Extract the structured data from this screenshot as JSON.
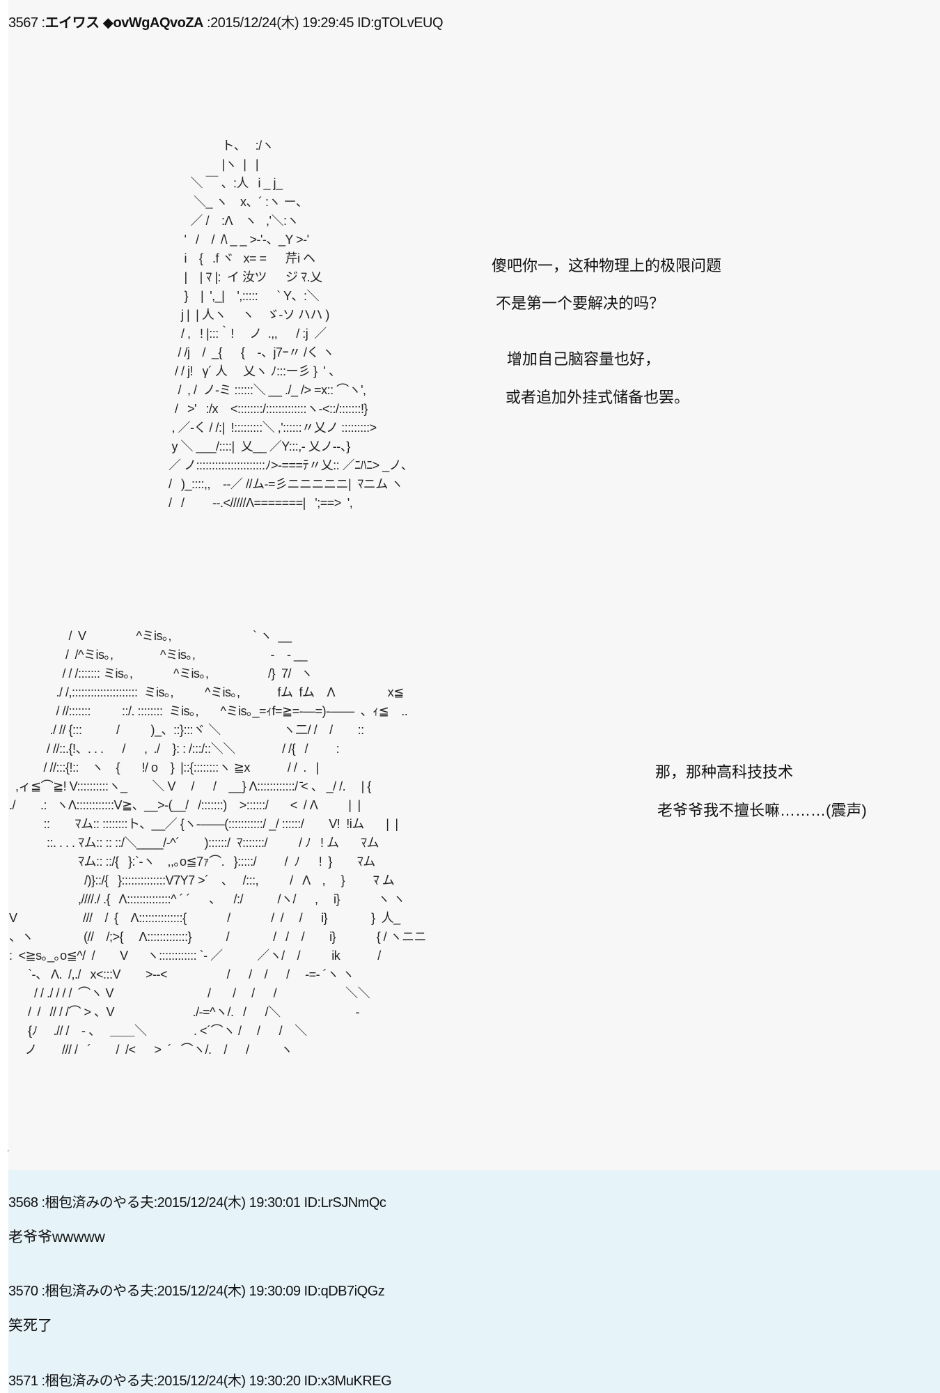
{
  "colors": {
    "top_bg": "#f7f7f7",
    "reply_bg": "#e6f4fa"
  },
  "post_main": {
    "number": "3567",
    "sep": " :",
    "name": "エイワス ◆ovWgAQvoZA",
    "date": " :2015/12/24(木) 19:29:45 ID:gTOLvEUQ",
    "aa1": [
      "                 ト、   :/ヽ",
      "                 |ヽ  |   |",
      "       ＼ ￣ 、:人   i _ j_",
      "        ＼_ ヽ    x、´ :ヽ ー、",
      "       ／ /    :Λ    ヽ   ,'＼:ヽ",
      "     '   /    /  /\\ _ _ >‐'‐、_Y >‐'",
      "     i    {   .f ヾ   x= =      芹i ヘ",
      "     |    | ﾏ |:  イ 汝ツ      ジ ﾏ.乂",
      "     }    |  ',_|    ',:::::      ` Y、:＼",
      "    j |  | 人ヽ     ヽ    ゞ-ソ ハハ )",
      "    / ,   ! |:::｀!     ノ  .,,      / :j  ／",
      "   / /j    /  _{      {    ‐、j7ｰ〃 /く ヽ",
      "  / / j!   γ´ 人     乂ヽ ﾉ:::ー彡 }  ' 、",
      "   /  , /  ノ‐ミ ::::::＼ __ ./_ /> =x:: ⌒ヽ',",
      "  /   >'   :/x    <::::::::/:::::::::::::ヽ‐<::/:::::::!}",
      " , ／‐く / /:|  !:::::::::＼ ,'::::::〃乂ノ :::::::::>",
      " y ＼ ___/::::|  乂__ ／Y:::,‐ 乂ノ‐‐、}",
      "／ ノ::::::::::::::::::::::ﾉ>‐===ﾃ〃乂:: ／ﾆﾊﾆ> _ノ、",
      "/   )_::::,,    ‐‐／ //ム‐=彡ニニニニニ|  ﾏニム ヽ",
      "/   /         ‐‐.</////Λ=======|   ';==>  ',"
    ],
    "line1": "傻吧你一，这种物理上的极限问题",
    "line2": "不是第一个要解决的吗？",
    "line3": "增加自己脑容量也好，",
    "line4": "或者追加外挂式储备也罢。",
    "aa2": [
      "                   /  V                ^ミis｡,                          ` ヽ  __",
      "                  /  /^ミis｡,               ^ミis｡,                        ‐    - __",
      "                 / / /::::::: ミis｡,             ^ミis｡,                   /}  7/   ヽ",
      "               ./ /,:::::::::::::::::::::  ミis｡,          ^ミis｡,            fム  fム    Λ                 x≦",
      "               / //:::::::          ::/. ::::::::  ミis｡,       ^ミis｡_=ｨf=≧=‐―=)‐――  、ｨ≦    ..",
      "             ./ // {:::           /          )_、::}:::ヾ ＼                    ヽ二/ /    /        ::",
      "            / //::.{!、. . .      /      ,  ./    }: : /:::/::＼＼               / /{   /         :",
      "           / //:::{!::    ヽ    {       !/ o    }  |::{::::::::ヽ ≧x            / /  .   |",
      "  ,ィ≦⌒≧! V::::::::::ヽ_        ＼ V     /      /    __} Λ::::::::::::/ ̄< 、 _/ /.     | {",
      "./        .:   ヽΛ::::::::::::V≧、__>‐(__/   /:::::::)    >::::::/       <  / Λ          |  |",
      "           ::        ﾏム:: ::::::::ト、__／ {ヽ‐――(:::::::::::/ _/ ::::::/        V!  !iム       |  |",
      "            ::. . . . ﾏム:: :: ::/＼____/‐^´        )::::::/  ﾏ:::::::/          / ﾉ   ! ム       ﾏム",
      "                      ﾏム:: ::/{   }:`‐ヽ    ,,｡o≦7ｧ⌒.   }:::::/         /  ﾉ      !  }        ﾏム",
      "                        /)}::/{   }::::::::::::::V7Y7 >´    、   /:::,          /   Λ    ,     }         ﾏ ム",
      "                      ,////./ .{   Λ::::::::::::::^ ´ ´      、    /:/           /ヽ/      ,     i}            ヽ ヽ",
      "V                     ///    /  {    Λ::::::::::::::{             /             /  /     /      i}              }  人_",
      "、ヽ                (//    /;>{     Λ:::::::::::::}           /              /   /    /        i}             { / ヽニニ",
      ":  <≧s｡_｡o≦^/  /        V      ヽ:::::::::::: `‐ ／           ／ヽ/    /          ik            /",
      "      `‐、 Λ.  /,./   x<:::V        >‐‐<                   /      /    /      /     ‐=‐ ´ヽ ヽ",
      "        / / ./ / / /  ⌒ヽ V                              /       /     /      /                      ＼＼",
      "      /  /   // / /⌒ > 、V                         ./‐=^ヽ/.   /      /＼                        ‐",
      "      {ﾉ     .// /    ‐ 、   ＿＿＼               . <´⌒ヽ /     /      /    ＼",
      "     ノ        /// /   ´        /  /<      >  ´   ⌒ヽ/.    /      /          ヽ"
    ],
    "line5": "那，那种高科技技术",
    "line6": "老爷爷我不擅长嘛………(震声)",
    "trailing_dot": "."
  },
  "replies": [
    {
      "number": "3568",
      "header": " :梱包済みのやる夫:2015/12/24(木) 19:30:01 ID:LrSJNmQc",
      "body": "老爷爷wwwww"
    },
    {
      "number": "3570",
      "header": " :梱包済みのやる夫:2015/12/24(木) 19:30:09 ID:qDB7iQGz",
      "body": "笑死了"
    },
    {
      "number": "3571",
      "header": " :梱包済みのやる夫:2015/12/24(木) 19:30:20 ID:x3MuKREG"
    }
  ]
}
